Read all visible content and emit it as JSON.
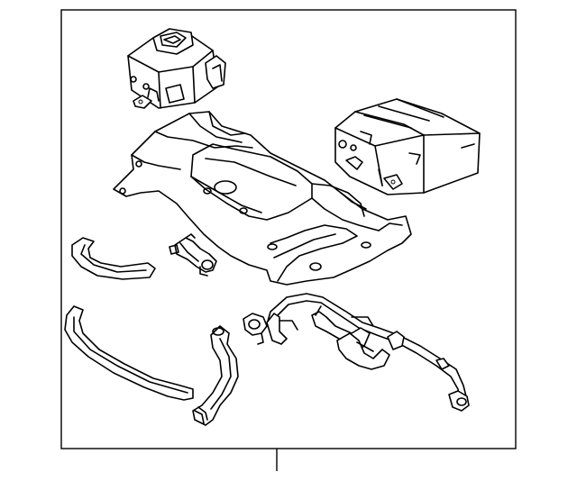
{
  "diagram": {
    "line_color": "#000000",
    "background_color": "#ffffff",
    "parts": [
      "canister-small",
      "bracket-tray",
      "canister-large",
      "hose-upper-left",
      "valve",
      "hose-lower-left",
      "hose-middle",
      "connector-small",
      "hose-right-assembly"
    ]
  }
}
